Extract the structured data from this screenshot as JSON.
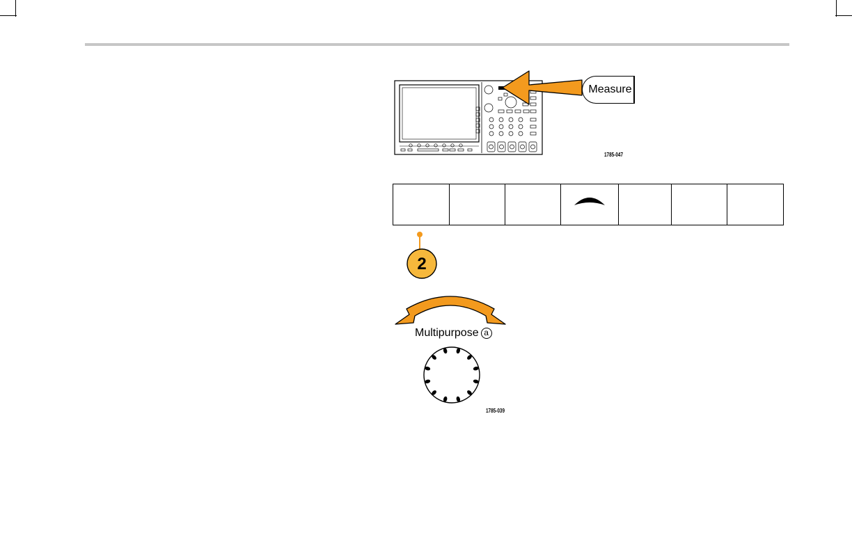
{
  "buttons": {
    "measure_label": "Measure"
  },
  "callout": {
    "step_number": "2"
  },
  "knob": {
    "label": "Multipurpose",
    "marker": "a"
  },
  "figures": {
    "scope_code": "1785-047",
    "knob_code": "1785-039"
  },
  "colors": {
    "arrow_orange": "#f39a1e",
    "callout_yellow": "#f6b83c",
    "rule_gray": "#c6c6c6"
  },
  "icons": [
    "up-arrow-icon",
    "rotate-arrow-icon",
    "pointer-arrow-icon"
  ]
}
